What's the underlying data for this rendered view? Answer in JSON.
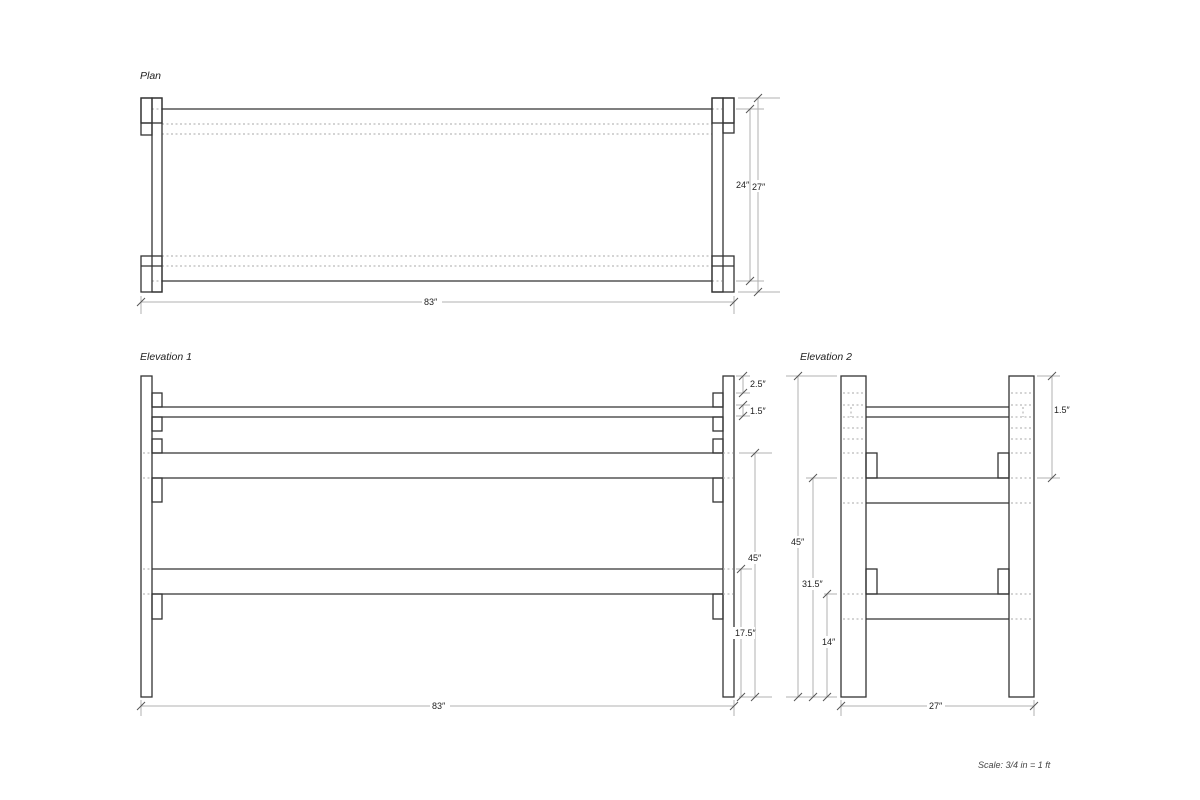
{
  "views": {
    "plan": {
      "title": "Plan",
      "dims": {
        "length": "83″",
        "inner_depth": "24″",
        "outer_depth": "27″"
      }
    },
    "elevation1": {
      "title": "Elevation 1",
      "dims": {
        "top_gap": "2.5″",
        "rail": "1.5″",
        "height": "45″",
        "lower_shelf": "17.5″",
        "length": "83″"
      }
    },
    "elevation2": {
      "title": "Elevation 2",
      "dims": {
        "height": "45″",
        "upper_shelf": "31.5″",
        "lower_shelf": "14″",
        "top_section": "1.5″",
        "width": "27″"
      }
    }
  },
  "scale_note": "Scale: 3/4 in = 1 ft",
  "colors": {
    "line": "#333333",
    "dimension": "#b0b0b0",
    "hidden": "#aaaaaa",
    "background": "#ffffff"
  }
}
